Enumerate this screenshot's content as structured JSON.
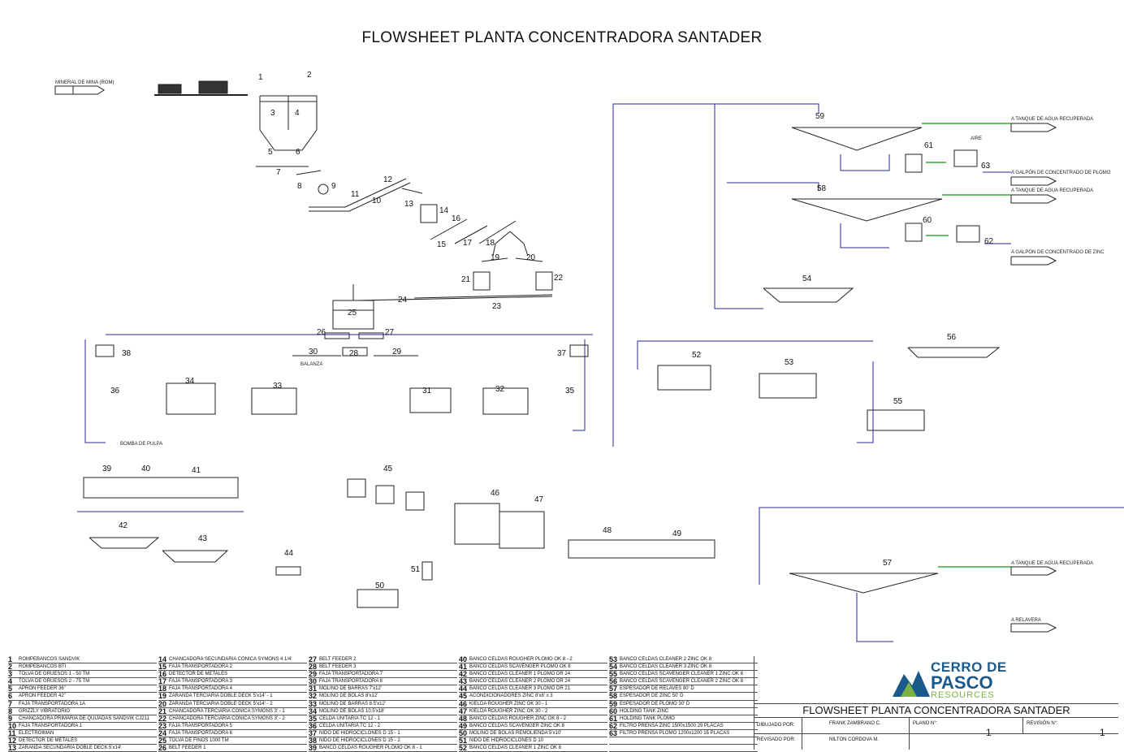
{
  "title": "FLOWSHEET PLANTA CONCENTRADORA SANTADER",
  "rom_label": "MINERAL DE MINA (ROM)",
  "outputs": {
    "agua1": "A TANQUE DE AGUA RECUPERADA",
    "plomo": "A GALPÓN DE CONCENTRADO DE PLOMO",
    "agua2": "A TANQUE DE AGUA RECUPERADA",
    "zinc": "A GALPÓN DE CONCENTRADO DE ZINC",
    "agua3": "A TANQUE DE AGUA RECUPERADA",
    "relavera": "A RELAVERA"
  },
  "small_labels": {
    "bomba": "BOMBA DE PULPA",
    "balanza": "BALANZA",
    "aire": "AIRE"
  },
  "equipment_numbers": [
    "1",
    "2",
    "3",
    "4",
    "5",
    "6",
    "7",
    "8",
    "9",
    "10",
    "11",
    "12",
    "13",
    "14",
    "15",
    "16",
    "17",
    "18",
    "19",
    "20",
    "21",
    "22",
    "23",
    "24",
    "25",
    "26",
    "27",
    "28",
    "29",
    "30",
    "31",
    "32",
    "33",
    "34",
    "35",
    "36",
    "37",
    "38",
    "39",
    "40",
    "41",
    "42",
    "43",
    "44",
    "45",
    "46",
    "47",
    "48",
    "49",
    "50",
    "51",
    "52",
    "53",
    "54",
    "55",
    "56",
    "57",
    "58",
    "59",
    "60",
    "61",
    "62",
    "63"
  ],
  "legend": [
    [
      {
        "n": "1",
        "t": "ROMPEBANCOS SANDVIK"
      },
      {
        "n": "2",
        "t": "ROMPEBANCOS BTI"
      },
      {
        "n": "3",
        "t": "TOLVA DE GRUESOS 1 - 50 TM"
      },
      {
        "n": "4",
        "t": "TOLVA DE GRUESOS 2 - 75 TM"
      },
      {
        "n": "5",
        "t": "APRON FEEDER 36\""
      },
      {
        "n": "6",
        "t": "APRON FEEDER 42\""
      },
      {
        "n": "7",
        "t": "FAJA TRANSPORTADORA 1A"
      },
      {
        "n": "8",
        "t": "GRIZZLY VIBRATORIO"
      },
      {
        "n": "9",
        "t": "CHANCADORA PRIMARIA DE QUIJADAS SANDVIK CJ211"
      },
      {
        "n": "10",
        "t": "FAJA TRANSPORTADORA 1"
      },
      {
        "n": "11",
        "t": "ELECTROIMAN"
      },
      {
        "n": "12",
        "t": "DETECTOR DE METALES"
      },
      {
        "n": "13",
        "t": "ZARANDA SECUNDARIA DOBLE DECK 5'x14'"
      }
    ],
    [
      {
        "n": "14",
        "t": "CHANCADORA SECUNDARIA CONICA SYMONS 4 1/4'"
      },
      {
        "n": "15",
        "t": "FAJA TRANSPORTADORA 2"
      },
      {
        "n": "16",
        "t": "DETECTOR DE METALES"
      },
      {
        "n": "17",
        "t": "FAJA TRANSPORTADORA 3"
      },
      {
        "n": "18",
        "t": "FAJA TRANSPORTADORA 4"
      },
      {
        "n": "19",
        "t": "ZARANDA TERCIARIA DOBLE DECK 5'x14' - 1"
      },
      {
        "n": "20",
        "t": "ZARANDA TERCIARIA DOBLE DECK 5'x14' - 2"
      },
      {
        "n": "21",
        "t": "CHANCADORA TERCIARIA CONICA SYMONS 3' - 1"
      },
      {
        "n": "22",
        "t": "CHANCADORA TERCIARIA CONICA SYMONS 3' - 2"
      },
      {
        "n": "23",
        "t": "FAJA TRANSPORTADORA 5"
      },
      {
        "n": "24",
        "t": "FAJA TRANSPORTADORA 6"
      },
      {
        "n": "25",
        "t": "TOLVA DE FINOS 1000 TM"
      },
      {
        "n": "26",
        "t": "BELT FEEDER 1"
      }
    ],
    [
      {
        "n": "27",
        "t": "BELT FEEDER 2"
      },
      {
        "n": "28",
        "t": "BELT FEEDER 3"
      },
      {
        "n": "29",
        "t": "FAJA TRANSPORTADORA 7"
      },
      {
        "n": "30",
        "t": "FAJA TRANSPORTADORA 8"
      },
      {
        "n": "31",
        "t": "MOLINO DE BARRAS 7'x12'"
      },
      {
        "n": "32",
        "t": "MOLINO DE BOLAS 8'x12'"
      },
      {
        "n": "33",
        "t": "MOLINO DE BARRAS 8.5'x12'"
      },
      {
        "n": "34",
        "t": "MOLINO DE BOLAS 10.5'x18'"
      },
      {
        "n": "35",
        "t": "CELDA UNITARIA TC 12 - 1"
      },
      {
        "n": "36",
        "t": "CELDA UNITARIA TC 12 - 2"
      },
      {
        "n": "37",
        "t": "NIDO DE HIDROCICLONES D 15 - 1"
      },
      {
        "n": "38",
        "t": "NIDO DE HIDROCICLONES D 15 - 2"
      },
      {
        "n": "39",
        "t": "BANCO CELDAS ROUGHER PLOMO OK 8 - 1"
      }
    ],
    [
      {
        "n": "40",
        "t": "BANCO CELDAS ROUGHER PLOMO OK 8 - 2"
      },
      {
        "n": "41",
        "t": "BANCO CELDAS SCAVENGER PLOMO OK 8"
      },
      {
        "n": "42",
        "t": "BANCO CELDAS CLEANER 1 PLOMO DR 24"
      },
      {
        "n": "43",
        "t": "BANCO CELDAS CLEANER 2 PLOMO DR 24"
      },
      {
        "n": "44",
        "t": "BANCO CELDAS CLEANER 3 PLOMO DR 21"
      },
      {
        "n": "45",
        "t": "ACONDICIONADORES ZINC 8'x8' x 3"
      },
      {
        "n": "46",
        "t": "KIELDA ROUGHER ZINC OK 30 - 1"
      },
      {
        "n": "47",
        "t": "KIELDA ROUGHER ZINC OK 30 - 2"
      },
      {
        "n": "48",
        "t": "BANCO CELDAS ROUGHER ZINC OK 8 - 2"
      },
      {
        "n": "49",
        "t": "BANCO CELDAS SCAVENGER ZINC OK 8"
      },
      {
        "n": "50",
        "t": "MOLINO DE BOLAS REMOLIENDA 5'x10'"
      },
      {
        "n": "51",
        "t": "NIDO DE HIDROCICLONES D 10"
      },
      {
        "n": "52",
        "t": "BANCO CELDAS CLEANER 1 ZINC OK 8"
      }
    ],
    [
      {
        "n": "53",
        "t": "BANCO CELDAS CLEANER 2 ZINC OK 8"
      },
      {
        "n": "54",
        "t": "BANCO CELDAS CLEANER 3 ZINC OK 8"
      },
      {
        "n": "55",
        "t": "BANCO CELDAS SCAVENGER CLEANER 1 ZINC OK 8"
      },
      {
        "n": "56",
        "t": "BANCO CELDAS SCAVENGER CLEANER 2 ZINC OK 8"
      },
      {
        "n": "57",
        "t": "ESPESADOR DE RELAVES 80' D"
      },
      {
        "n": "58",
        "t": "ESPESADOR DE ZINC 50' D"
      },
      {
        "n": "59",
        "t": "ESPESADOR DE PLOMO 30' D"
      },
      {
        "n": "60",
        "t": "HOLDING TANK ZINC"
      },
      {
        "n": "61",
        "t": "HOLDING TANK PLOMO"
      },
      {
        "n": "62",
        "t": "FILTRO PRENSA ZINC 1500x1500 29 PLACAS"
      },
      {
        "n": "63",
        "t": "FILTRO PRENSA PLOMO 1200x1200 15 PLACAS"
      },
      {
        "n": "",
        "t": ""
      },
      {
        "n": "",
        "t": ""
      }
    ]
  ],
  "title_block": {
    "logo_line1": "CERRO DE",
    "logo_line2": "PASCO",
    "logo_line3": "RESOURCES",
    "title": "FLOWSHEET PLANTA CONCENTRADORA SANTADER",
    "dibujado_label": "DIBUJADO POR:",
    "dibujado_value": "FRANK ZAMBRANO C.",
    "plano_label": "PLANO N°:",
    "plano_value": "1",
    "revision_label": "REVISIÓN N°:",
    "revision_value": "1",
    "revisado_label": "REVISADO POR:",
    "revisado_value": "NILTON CORDOVA M."
  },
  "colors": {
    "line": "#2a2a9a",
    "water": "#3aa83a",
    "equipment": "#222222",
    "logo_blue": "#1a5a8a",
    "logo_green": "#7cb342"
  }
}
